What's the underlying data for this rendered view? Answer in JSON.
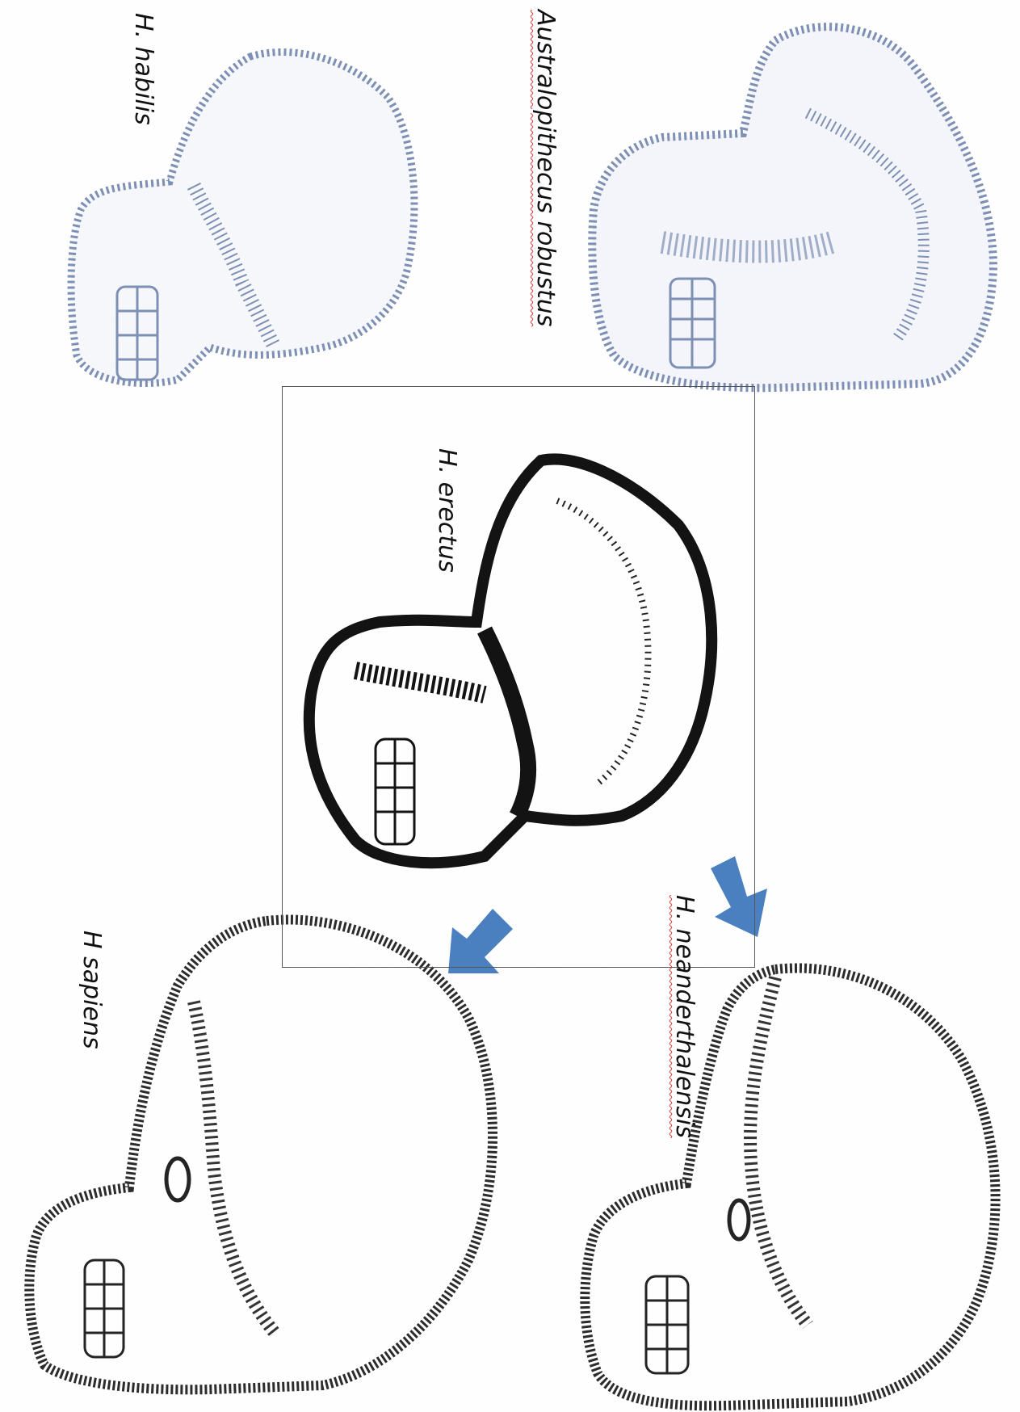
{
  "figure": {
    "labels": {
      "robustus": "Australopithecus robustus",
      "habilis": "H. habilis",
      "erectus": "H. erectus",
      "neanderthalensis": "H. neanderthalensis",
      "sapiens": "H sapiens"
    },
    "colors": {
      "faded_skull": "#7d8fb4",
      "dark_skull": "#111111",
      "arrow": "#4a7fc0",
      "box_border": "#555555"
    }
  }
}
